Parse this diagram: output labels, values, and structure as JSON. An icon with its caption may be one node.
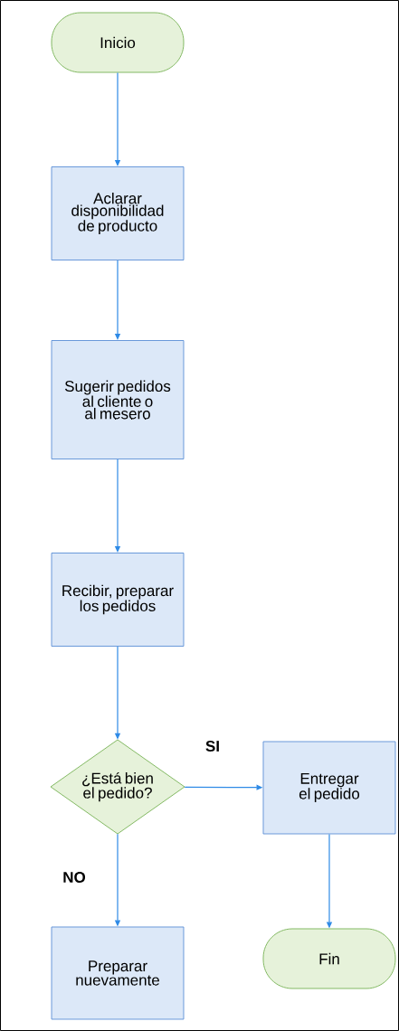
{
  "diagram": {
    "nodes": [
      {
        "text": [
          "Inicio"
        ]
      },
      {
        "text": [
          "Aclarar disponibilidad de producto"
        ]
      },
      {
        "text": [
          "Sugerir pedidos al cliente o al mesero"
        ]
      },
      {
        "text": [
          "Recibir, preparar los pedidos"
        ]
      },
      {
        "text": [
          "¿Está bien el pedido?"
        ]
      },
      {
        "text": [
          "Entregar el pedido"
        ]
      },
      {
        "text": [
          "Fin"
        ]
      },
      {
        "text": [
          "Preparar nuevamente"
        ]
      }
    ],
    "edges": [
      {
        "from": 0,
        "to": 1,
        "arrow": "to"
      },
      {
        "from": 1,
        "to": 2,
        "arrow": "to"
      },
      {
        "from": 2,
        "to": 3,
        "arrow": "to"
      },
      {
        "from": 3,
        "to": 4,
        "arrow": "to"
      },
      {
        "from": 4,
        "to": 5,
        "arrow": "to",
        "label": "SI"
      },
      {
        "from": 4,
        "to": 7,
        "arrow": "to",
        "label": "NO"
      },
      {
        "from": 5,
        "to": 6,
        "arrow": "to"
      }
    ]
  }
}
